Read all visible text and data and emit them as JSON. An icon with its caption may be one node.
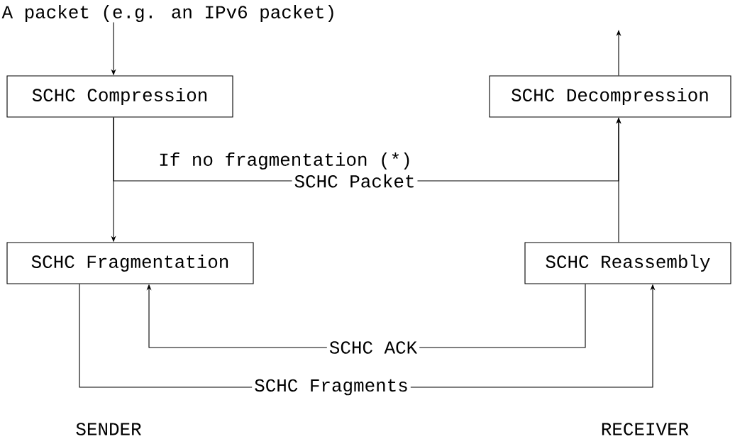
{
  "diagram": {
    "nodes": [
      {
        "text": [
          "A packet (e.g. an IPv6 packet)"
        ]
      },
      {
        "text": [
          "SCHC Compression"
        ]
      },
      {
        "text": [
          "SCHC Decompression"
        ]
      },
      {
        "text": [
          "SCHC Fragmentation"
        ]
      },
      {
        "text": [
          "SCHC Reassembly"
        ]
      }
    ],
    "edges": [
      {
        "from": 0,
        "to": 1,
        "arrow": "to"
      },
      {
        "from": 2,
        "to": null,
        "arrow": "to"
      },
      {
        "from": 1,
        "to": 3,
        "arrow": "to"
      },
      {
        "from": 1,
        "to": 2,
        "arrow": "to",
        "label": "SCHC Packet"
      },
      {
        "from": 4,
        "to": 2,
        "arrow": "to"
      },
      {
        "from": 4,
        "to": 3,
        "arrow": "to",
        "label": "SCHC ACK"
      },
      {
        "from": 3,
        "to": 4,
        "arrow": "to",
        "label": "SCHC Fragments"
      }
    ],
    "labels": [
      "If no fragmentation (*)",
      "SENDER",
      "RECEIVER"
    ]
  }
}
